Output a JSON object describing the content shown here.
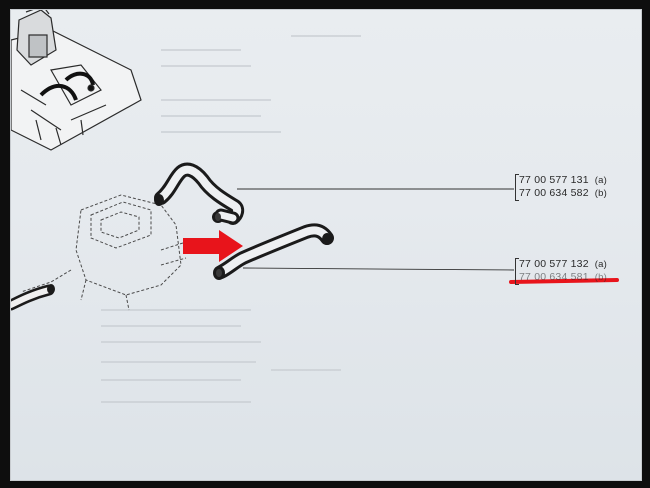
{
  "part_numbers": [
    {
      "number": "77 00 577 131",
      "variant": "(a)"
    },
    {
      "number": "77 00 634 582",
      "variant": "(b)"
    },
    {
      "number": "77 00 577 132",
      "variant": "(a)"
    },
    {
      "number": "77 00 634 581",
      "variant": "(b)"
    }
  ],
  "colors": {
    "highlight": "#e8141b",
    "ink": "#2a2a2a",
    "paper": "#e6eaee"
  },
  "icons": {
    "engine": "engine-overview-illustration",
    "hose_a": "heater-hose-illustration",
    "hose_b": "heater-hose-illustration",
    "arrow": "red-arrow-icon"
  }
}
